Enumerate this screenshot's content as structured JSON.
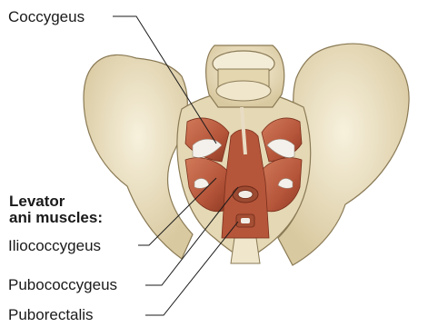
{
  "labels": {
    "coccygeus": "Coccygeus",
    "group_line1": "Levator",
    "group_line2": "ani muscles:",
    "iliococcygeus": "Iliococcygeus",
    "pubococcygeus": "Pubococcygeus",
    "puborectalis": "Puborectalis"
  },
  "colors": {
    "bone": "#efe6cc",
    "bone_shadow": "#cdbd95",
    "bone_outline": "#8a7a55",
    "muscle": "#b5553a",
    "muscle_dark": "#8e3a24",
    "muscle_light": "#d98a68",
    "membrane": "#f4f1ec",
    "leader_line": "#1a1a1a"
  }
}
